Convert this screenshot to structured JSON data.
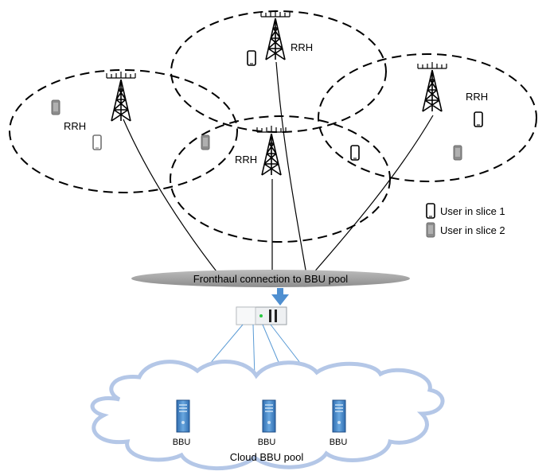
{
  "rrh_label": "RRH",
  "fronthaul_label": "Fronthaul connection to BBU pool",
  "bbu_label": "BBU",
  "cloud_label": "Cloud BBU pool",
  "legend": {
    "slice1": "User in slice 1",
    "slice2": "User in slice 2"
  },
  "colors": {
    "fronthaul_bar": "#a6a6a6",
    "arrow": "#5b9bd5",
    "cloud_stroke": "#b4c7e7",
    "server": "#3f7fc4"
  }
}
